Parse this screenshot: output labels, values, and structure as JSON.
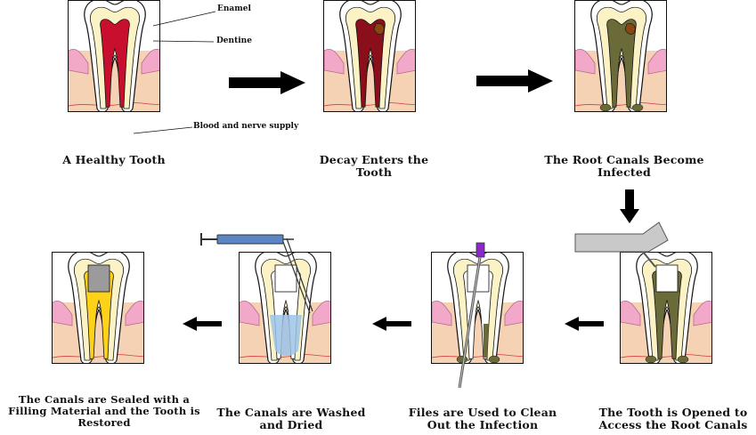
{
  "labels": {
    "enamel": "Enamel",
    "dentine": "Dentine",
    "blood": "Blood and nerve supply"
  },
  "steps": [
    {
      "caption": "A Healthy Tooth",
      "pulp": "healthy"
    },
    {
      "caption": "Decay Enters the Tooth",
      "pulp": "decay"
    },
    {
      "caption": "The Root Canals Become Infected",
      "pulp": "infected"
    },
    {
      "caption": "The Tooth is Opened to Access the Root Canals",
      "pulp": "opened"
    },
    {
      "caption": "Files are Used to Clean Out the Infection",
      "pulp": "files"
    },
    {
      "caption": "The Canals are Washed and Dried",
      "pulp": "washed"
    },
    {
      "caption": "The Canals are Sealed with a Filling Material and the Tooth is Restored",
      "pulp": "sealed"
    }
  ],
  "colors": {
    "healthy_pulp": "#c8102e",
    "decay_pulp": "#8a0f1a",
    "infected_pulp": "#6b6b3a",
    "decay_spot": "#8b4513",
    "enamel": "#ffffff",
    "dentine": "#fbf3c6",
    "gum": "#f2a8c8",
    "bone": "#f6d2b5",
    "wash": "#9cc3e6",
    "filling": "#ffd21a",
    "crown_fill": "#9b9b9b",
    "syringe": "#5b86c4",
    "file_handle": "#8b28c8"
  }
}
